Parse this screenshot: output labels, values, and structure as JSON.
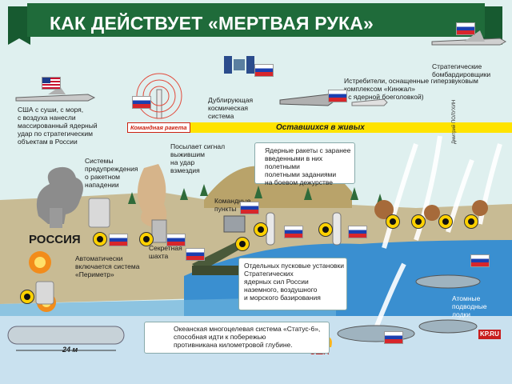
{
  "title": "КАК ДЕЙСТВУЕТ «МЕРТВАЯ РУКА»",
  "banner": "Оставшихся в живых",
  "country_label": "РОССИЯ",
  "command_rocket": "Командная ракета",
  "usa_badge": "США",
  "length_label": "24 м",
  "credit": "Дмитрий ПОЛУХИН",
  "logo": "KP.RU",
  "texts": {
    "usa_strike": "США с суши, с моря,\nс воздуха нанесли\nмассированный ядерный\nудар по стратегическим\nобъектам в России",
    "early_warning": "Системы\nпредупреждения\nо ракетном\nнападении",
    "auto_perimeter": "Автоматически\nвключается система\n«Периметр»",
    "sends_signal": "Посылает сигнал\nвыжившим\nна удар\nвзмездия",
    "secret_silo": "Секретная\nшахта",
    "backup_space": "Дублирующая\nкосмическая\nсистема",
    "fighters": "Истребители, оснащенные гиперзвуковым\nкомплексом «Кинжал»\n( с ядерной боеголовкой)",
    "bombers": "Стратегические\nбомбардировщики",
    "nuclear_missiles": "Ядерные ракеты с заранее\nвведенными в них полетными\nполетными заданиями\nна боевом дежурстве",
    "command_points": "Командные\nпункты",
    "launchers": "Отдельных пусковые установки\nСтратегических\nядерных сил России\nназемного, воздушного\nи морского базирования",
    "subs": "Атомные\nподводные\nлодки",
    "status6": "Океанская многоцелевая система «Статус-6»,\nспособная идти к побережью\nпротивникана километровой глубине."
  },
  "colors": {
    "title_green": "#1f6b3a",
    "banner_yellow": "#ffe300",
    "ground": "#c8bb94",
    "sea": "#3a8fd0",
    "sky": "#dff0ef"
  }
}
